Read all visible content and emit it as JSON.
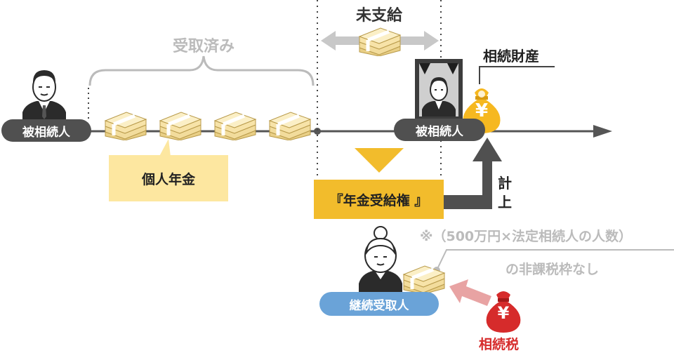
{
  "labels": {
    "received": "受取済み",
    "unpaid": "未支給",
    "inherited_property": "相続財産",
    "deceased_left": "被相続人",
    "deceased_right": "被相続人",
    "personal_pension": "個人年金",
    "pension_right": "『年金受給権 』",
    "recorded_1": "計",
    "recorded_2": "上",
    "exemption_note_1": "※（500万円×法定相続人の人数）",
    "exemption_note_2": "の非課税枠なし",
    "successor_recipient": "継続受取人",
    "inheritance_tax": "相続税",
    "yen": "¥"
  },
  "icons": {
    "person_deceased": "elderly-man-icon",
    "memorial_portrait": "memorial-portrait-icon",
    "money_bundle": "cash-bundle-icon",
    "money_bag_yellow": "yen-money-bag-icon",
    "money_bag_red": "yen-money-bag-icon",
    "person_recipient": "elderly-woman-icon"
  },
  "colors": {
    "timeline": "#555555",
    "pill_dark": "#505050",
    "pill_blue": "#6aa3d8",
    "personal_pension_bg": "#fde7a0",
    "pension_right_bg": "#f2bc2c",
    "down_triangle": "#f2bc2c",
    "bag_yellow": "#f6b820",
    "bag_red": "#d62b2b",
    "pink_arrow": "#e8a3a3",
    "gray_text": "#bbbbbb",
    "tax_text": "#d62b2b",
    "money_fill": "#f7e3a8",
    "money_stroke": "#b89a4a"
  }
}
